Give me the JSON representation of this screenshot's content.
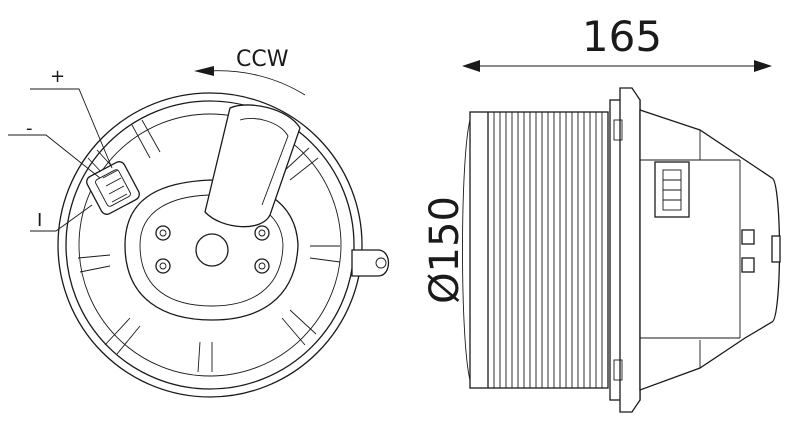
{
  "labels": {
    "rotation": "CCW",
    "plus": "+",
    "minus": "-",
    "i_terminal": "I",
    "length_dim": "165",
    "diameter_dim": "Ø150"
  },
  "colors": {
    "line": "#1a1a1a",
    "background": "#ffffff"
  }
}
